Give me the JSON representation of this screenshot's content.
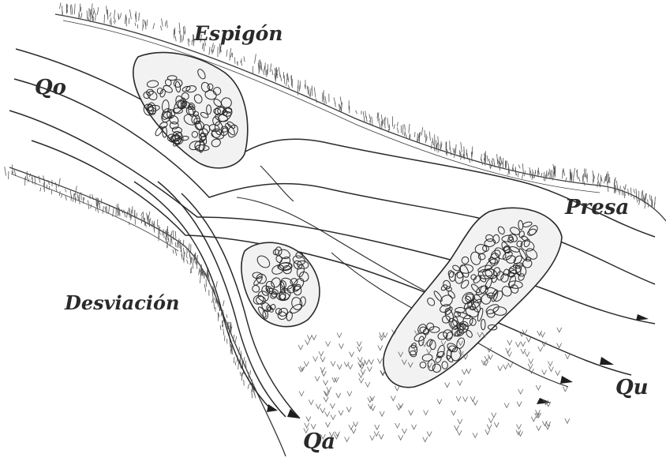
{
  "labels": {
    "espigon": "Espigón",
    "qo": "Qo",
    "presa": "Presa",
    "desviacion": "Desviación",
    "qu": "Qu",
    "qa": "Qa"
  },
  "colors": {
    "ink": "#2a2a2a",
    "paper": "#ffffff",
    "stone_fill": "#f2f2f2"
  }
}
